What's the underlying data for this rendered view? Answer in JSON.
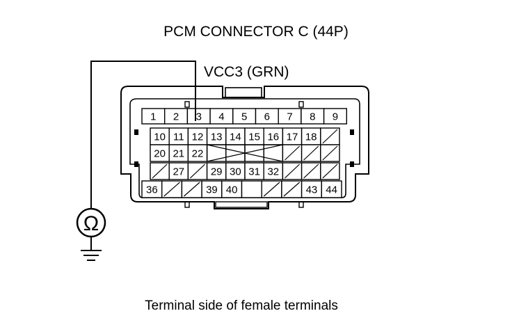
{
  "title": "PCM CONNECTOR C (44P)",
  "probe_label": "VCC3 (GRN)",
  "caption": "Terminal side of female terminals",
  "meter_symbol": "Ω",
  "icons": {
    "meter": "ohmmeter-icon",
    "ground": "ground-icon"
  },
  "rows": [
    {
      "name": "row-1",
      "cells": [
        "1",
        "2",
        "3",
        "4",
        "5",
        "6",
        "7",
        "8",
        "9"
      ]
    },
    {
      "name": "row-2",
      "cells": [
        "10",
        "11",
        "12",
        "13",
        "14",
        "15",
        "16",
        "17",
        "18",
        "/"
      ]
    },
    {
      "name": "row-3",
      "cells": [
        "20",
        "21",
        "22",
        "X",
        "X",
        "X",
        "X",
        "/",
        "/",
        "/"
      ]
    },
    {
      "name": "row-4",
      "cells": [
        "/",
        "27",
        "/",
        "29",
        "30",
        "31",
        "32",
        "/",
        "/",
        "/"
      ]
    },
    {
      "name": "row-5",
      "cells": [
        "36",
        "/",
        "/",
        "39",
        "40",
        "",
        "/",
        "/",
        "43",
        "44"
      ]
    }
  ]
}
